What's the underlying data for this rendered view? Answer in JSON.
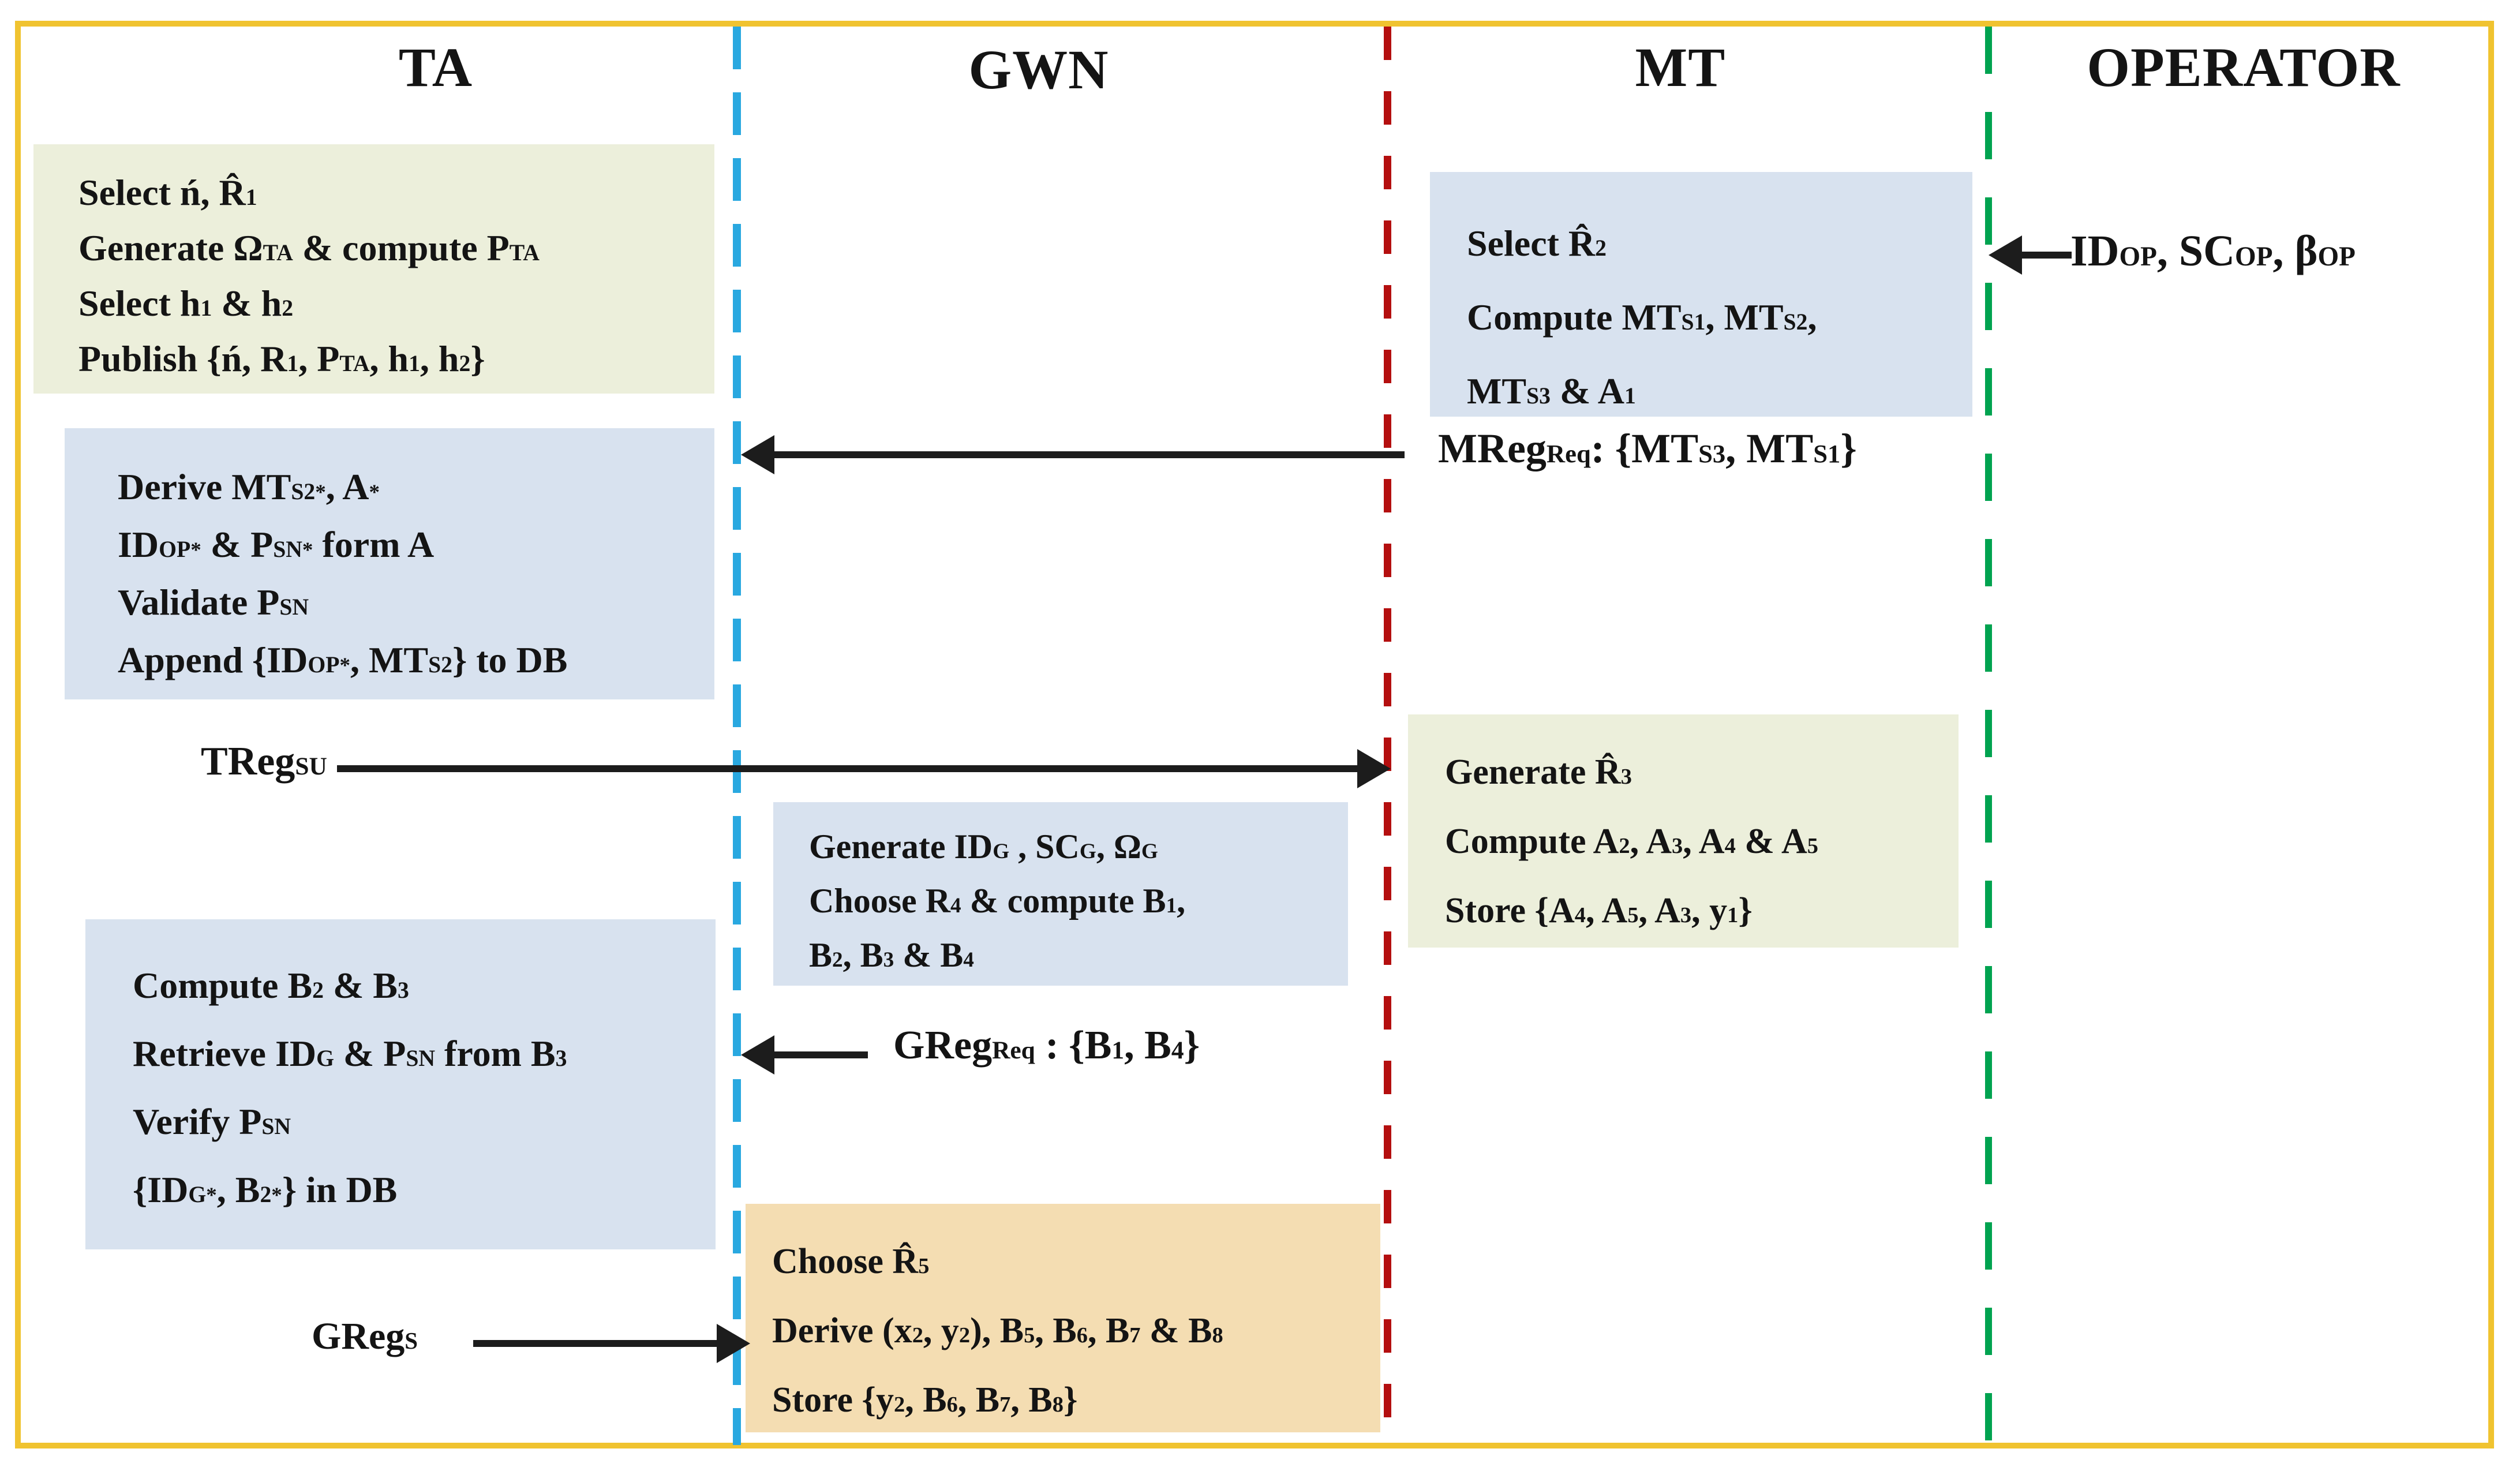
{
  "colors": {
    "border": "#F0C330",
    "lifeline_blue": "#29A8E0",
    "lifeline_red": "#B40F0F",
    "lifeline_green": "#00A350",
    "box_green": "#ECEFDB",
    "box_blue": "#D8E2EF",
    "box_orange": "#F4DDB2",
    "arrow": "#1C1C1C",
    "text": "#141414"
  },
  "actors": {
    "ta": "TA",
    "gwn": "GWN",
    "mt": "MT",
    "operator": "OPERATOR"
  },
  "boxes": {
    "ta1": {
      "lines": [
        "Select ń, R̂_{1}",
        "Generate Ω_{TA} & compute P_{TA}",
        "Select h_{1} & h_{2}",
        "Publish {ń, R_{1}, P_{TA}, h_{1}, h_{2}}"
      ]
    },
    "ta2": {
      "lines": [
        "Derive MT_{S2}^{*}, A^{*}",
        "ID_{OP}^{*} & P_{SN}^{*} form A",
        "Validate P_{SN}",
        "Append {ID_{OP}^{*}, MT_{S2}} to DB"
      ]
    },
    "ta3": {
      "lines": [
        "Compute B_{2} & B_{3}",
        "Retrieve ID_{G} & P_{SN} from B_{3}",
        "Verify P_{SN}",
        "{ID_{G}^{*}, B_{2}^{*}} in DB"
      ]
    },
    "gwn1": {
      "lines": [
        "Generate ID_{G} , SC_{G}, Ω_{G}",
        "Choose R_{4} & compute B_{1},",
        "B_{2}, B_{3} & B_{4}"
      ]
    },
    "gwn2": {
      "lines": [
        "Choose R̂_{5}",
        "Derive (x_{2}, y_{2}), B_{5}, B_{6}, B_{7} & B_{8}",
        "Store {y_{2}, B_{6}, B_{7}, B_{8}}"
      ]
    },
    "mt1": {
      "lines": [
        "Select R̂_{2}",
        "Compute MT_{S1}, MT_{S2},",
        "MT_{S3} & A_{1}"
      ]
    },
    "mt2": {
      "lines": [
        "Generate R̂_{3}",
        "Compute A_{2}, A_{3}, A_{4} & A_{5}",
        "Store {A_{4}, A_{5}, A_{3}, y_{1}}"
      ]
    }
  },
  "messages": {
    "op_to_mt": "ID_{OP}, SC_{OP}, β_{OP}",
    "mreg_req": "MReg_{Req}: {MT_{S3}, MT_{S1}}",
    "treg_su": "TReg_{SU}",
    "greg_req": "GReg_{Req} : {B_{1}, B_{4}}",
    "greg_s": "GReg_{S}"
  }
}
